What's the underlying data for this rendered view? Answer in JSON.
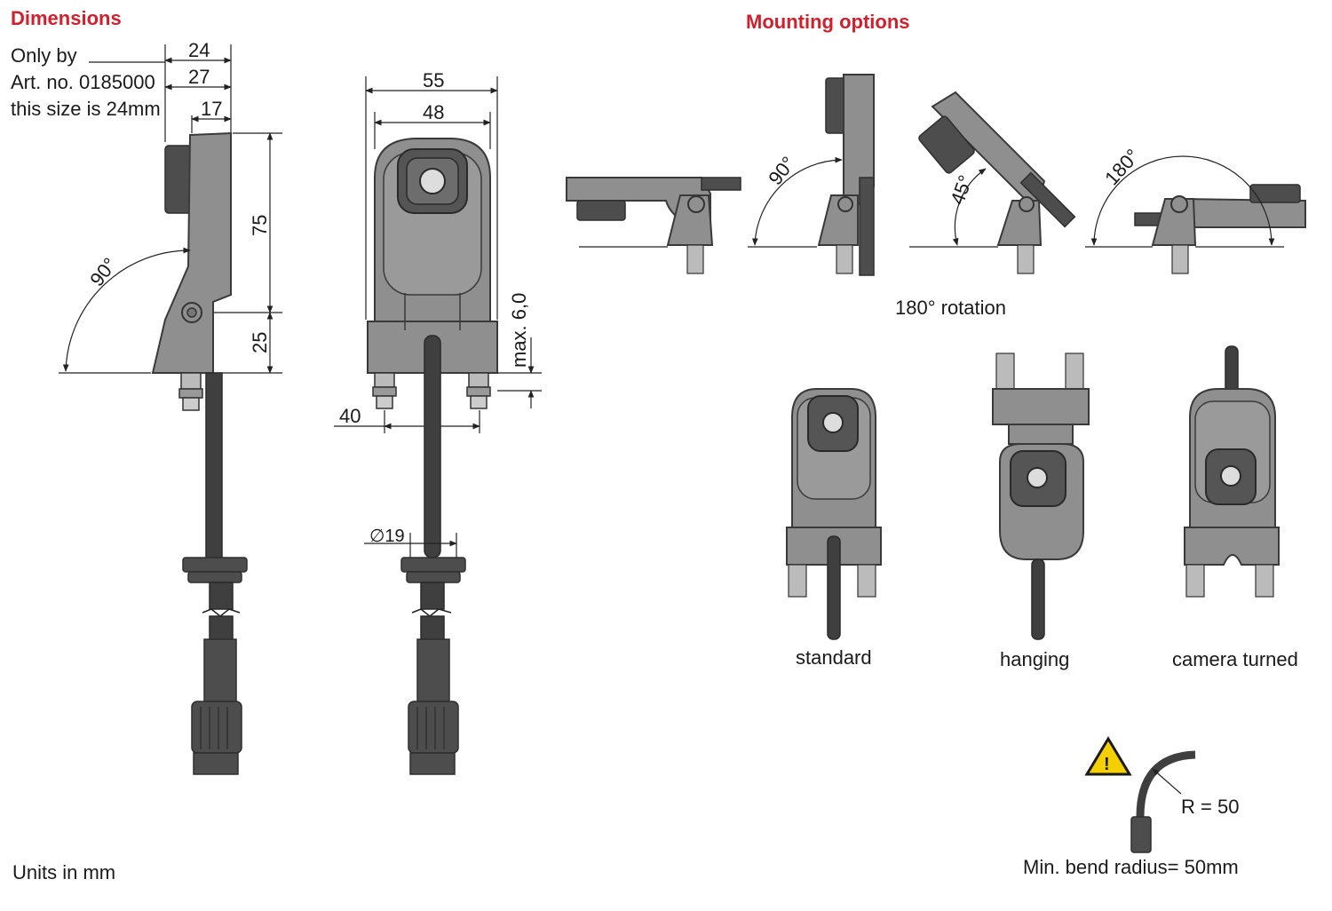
{
  "headings": {
    "dimensions": "Dimensions",
    "mounting": "Mounting options"
  },
  "note": {
    "line1": "Only by",
    "line2": "Art. no. 0185000",
    "line3": "this size is 24mm"
  },
  "dimensions": {
    "d24": "24",
    "d27": "27",
    "d17": "17",
    "d75": "75",
    "d25": "25",
    "angle90": "90°",
    "d55": "55",
    "d48": "48",
    "dmax": "max. 6,0",
    "d40": "40",
    "d19": "∅19"
  },
  "mounting": {
    "angle90": "90°",
    "angle45": "45°",
    "angle180": "180°",
    "rotation": "180° rotation",
    "standard": "standard",
    "hanging": "hanging",
    "camera_turned": "camera turned"
  },
  "bend": {
    "radius": "R = 50",
    "caption": "Min. bend radius= 50mm",
    "warning_symbol": "!"
  },
  "units": "Units in mm",
  "colors": {
    "heading": "#d0202e",
    "body": "#8f8f8f",
    "dark": "#4d4d4d",
    "warning": "#f5d000"
  }
}
